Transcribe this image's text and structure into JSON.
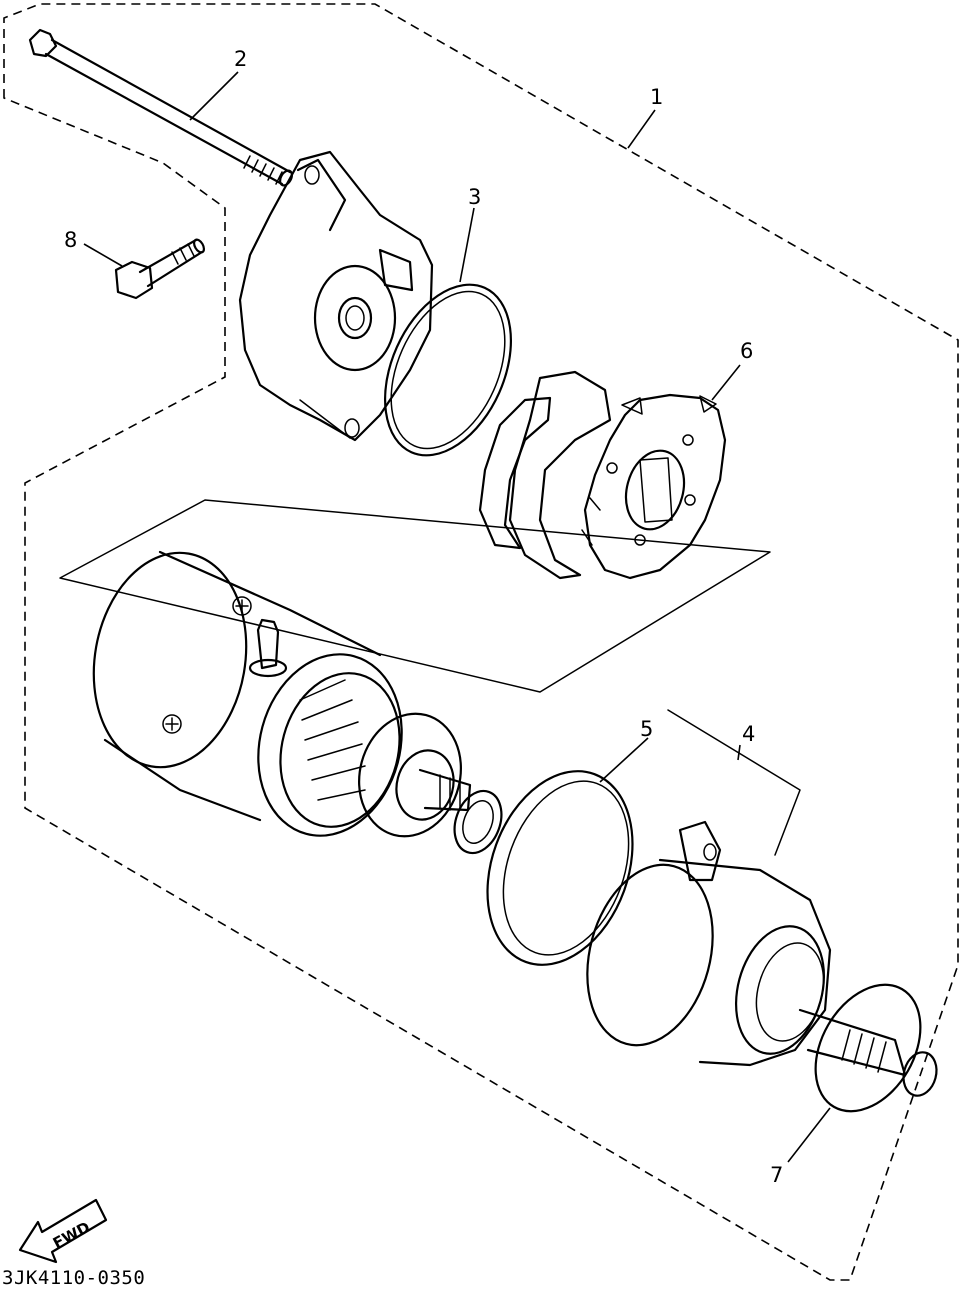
{
  "callouts": [
    {
      "id": "1",
      "label": "1"
    },
    {
      "id": "2",
      "label": "2"
    },
    {
      "id": "3",
      "label": "3"
    },
    {
      "id": "4",
      "label": "4"
    },
    {
      "id": "5",
      "label": "5"
    },
    {
      "id": "6",
      "label": "6"
    },
    {
      "id": "7",
      "label": "7"
    },
    {
      "id": "8",
      "label": "8"
    }
  ],
  "fwd_label": "FWD",
  "diagram_code": "3JK4110-0350"
}
